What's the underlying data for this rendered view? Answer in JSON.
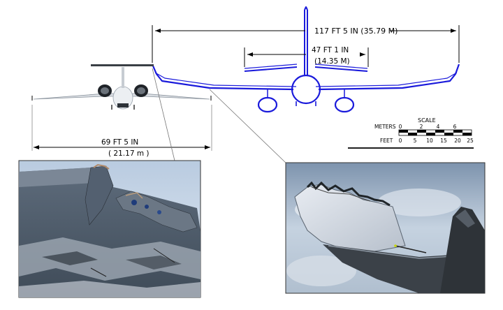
{
  "large_aircraft": {
    "span_label": "117 FT 5 IN (35.79 M)",
    "tail_label": "47 FT 1 IN",
    "tail_label_metric": "(14.35 M)",
    "color": "#1a1adb"
  },
  "small_aircraft": {
    "span_label": "69 FT 5 IN",
    "span_label_metric": "( 21.17 m )"
  },
  "scale": {
    "title": "SCALE",
    "meters_label": "METERS",
    "meters_ticks": [
      "0",
      "2",
      "4",
      "6"
    ],
    "feet_label": "FEET",
    "feet_ticks": [
      "0",
      "5",
      "10",
      "15",
      "20",
      "25"
    ]
  },
  "photos": {
    "left": "damaged-winglet-left-photo",
    "right": "damaged-winglet-right-photo"
  }
}
